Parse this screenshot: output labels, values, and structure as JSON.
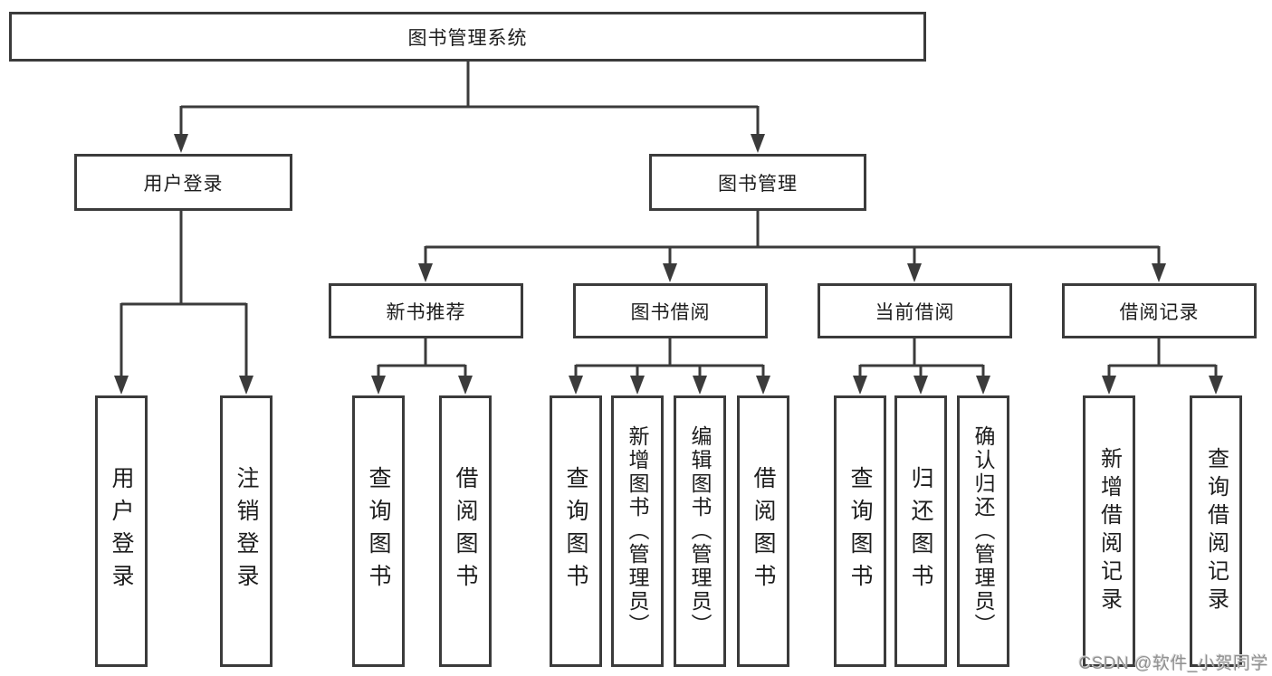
{
  "diagram": {
    "title": "图书管理系统",
    "level2": {
      "user_login": "用户登录",
      "book_management": "图书管理"
    },
    "level3": {
      "new_book_recommend": "新书推荐",
      "book_borrow": "图书借阅",
      "current_borrow": "当前借阅",
      "borrow_records": "借阅记录"
    },
    "leaves": {
      "user_login": "用户登录",
      "logout": "注销登录",
      "query_book_recommend": "查询图书",
      "borrow_book_recommend": "借阅图书",
      "query_book_borrow": "查询图书",
      "add_book_admin": "新增图书（管理员）",
      "edit_book_admin": "编辑图书（管理员）",
      "borrow_book_2": "借阅图书",
      "query_book_current": "查询图书",
      "return_book": "归还图书",
      "confirm_return_admin": "确认归还（管理员）",
      "add_borrow_record": "新增借阅记录",
      "query_borrow_record": "查询借阅记录"
    }
  },
  "watermark": "CSDN @软件_小贺同学",
  "colors": {
    "line": "#3b3b3b",
    "text": "#1d1d1d",
    "watermark": "#919191",
    "background": "#ffffff"
  }
}
